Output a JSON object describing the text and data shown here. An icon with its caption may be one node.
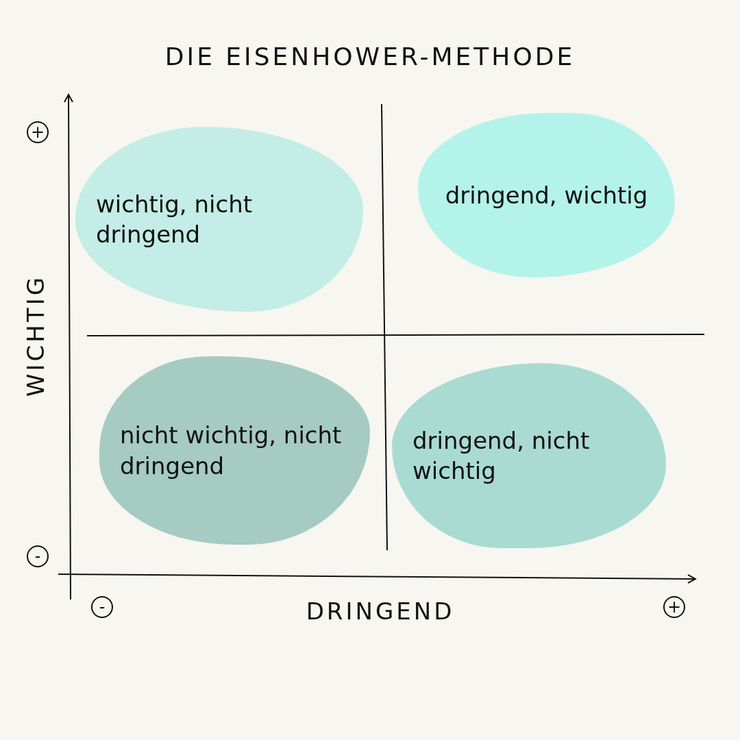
{
  "diagram": {
    "title": "DIE EISENHOWER-METHODE",
    "nodes": [
      {
        "text": [
          "wichtig, nicht dringend"
        ]
      },
      {
        "text": [
          "dringend, wichtig"
        ]
      },
      {
        "text": [
          "nicht wichtig, nicht dringend"
        ]
      },
      {
        "text": [
          "dringend, nicht wichtig"
        ]
      }
    ],
    "labels": [
      "+",
      "WICHTIG",
      "-",
      "-",
      "DRINGEND",
      "+"
    ]
  }
}
